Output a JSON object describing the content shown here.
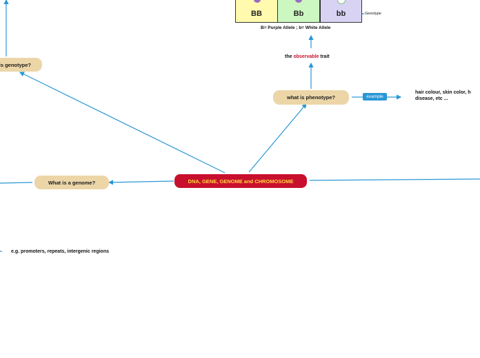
{
  "central": {
    "label": "DNA, GENE, GENOME and CHROMOSOME"
  },
  "nodes": {
    "genotype": "is genotype?",
    "phenotype": "what is phenotype?",
    "genome": "What is a genome?"
  },
  "phenotype_detail": {
    "definition_prefix": "the ",
    "definition_highlight": "observable",
    "definition_suffix": " trait",
    "example_tag": "example",
    "example_line1": "hair colour, skin color, h",
    "example_line2": "disease, etc ..."
  },
  "punnett": {
    "cells": [
      "BB",
      "Bb",
      "bb"
    ],
    "cell_colors": [
      "#fffaad",
      "#cdf7c0",
      "#d8d3f3"
    ],
    "genotype_label": "Genotype",
    "caption": "B= Purple Allele ; b= White Allele"
  },
  "genome_detail": {
    "example_text": "e.g. promoters, repeats, intergenic regions"
  },
  "colors": {
    "link": "#2a96d6",
    "central_bg": "#c8102e",
    "central_text": "#ffd83a",
    "node_bg": "#ecd6a8"
  }
}
